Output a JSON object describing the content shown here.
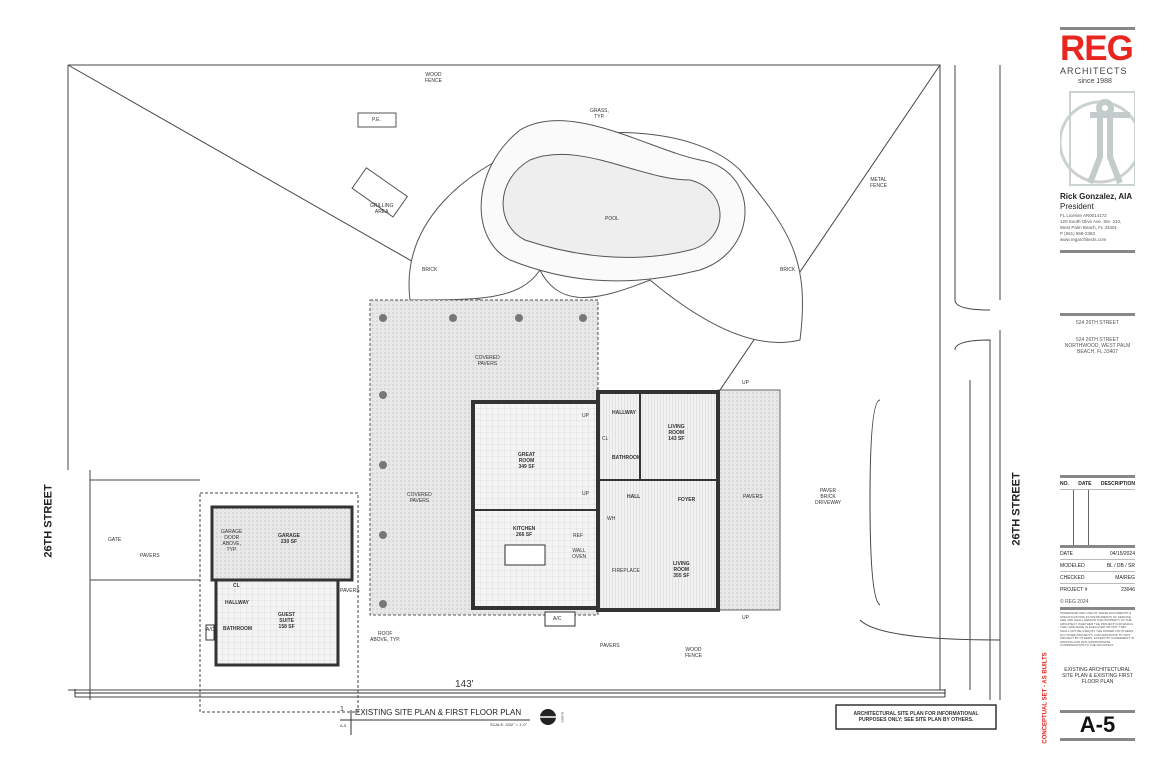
{
  "streets": {
    "left": "26TH STREET",
    "right": "26TH STREET"
  },
  "site_labels": {
    "wood_fence_top": "WOOD\nFENCE",
    "pe": "P.E.",
    "grass": "GRASS,\nTYP.",
    "grilling": "GRILLING\nAREA",
    "pool": "POOL",
    "metal_fence": "METAL\nFENCE",
    "brick_left": "BRICK",
    "brick_right": "BRICK",
    "covered_pavers_top": "COVERED\nPAVERS",
    "covered_pavers_left": "COVERED\nPAVERS",
    "gate": "GATE",
    "pavers_left": "PAVERS",
    "pavers_mid": "PAVERS",
    "pavers_right": "PAVERS",
    "paver_driveway": "PAVER\nBRICK\nDRIVEWAY",
    "pavers_bottom": "PAVERS",
    "wood_fence_bottom": "WOOD\nFENCE",
    "roof_above": "ROOF\nABOVE, TYP.",
    "ac_main": "A/C",
    "ac_guest": "A/C",
    "up1": "UP",
    "up2": "UP",
    "up3": "UP",
    "up4": "UP",
    "dimension": "143'"
  },
  "rooms": [
    {
      "name": "GREAT\nROOM",
      "area": "349 SF"
    },
    {
      "name": "KITCHEN",
      "area": "266 SF"
    },
    {
      "name": "LIVING\nROOM",
      "area": "143 SF"
    },
    {
      "name": "LIVING\nROOM",
      "area": "355 SF"
    },
    {
      "name": "HALLWAY",
      "area": ""
    },
    {
      "name": "BATHROOM",
      "area": ""
    },
    {
      "name": "HALL",
      "area": ""
    },
    {
      "name": "FOYER",
      "area": ""
    },
    {
      "name": "GARAGE",
      "area": "230 SF"
    },
    {
      "name": "GUEST\nSUITE",
      "area": "158 SF"
    },
    {
      "name": "HALLWAY",
      "area": ""
    },
    {
      "name": "BATHROOM",
      "area": ""
    },
    {
      "name": "CL",
      "area": ""
    }
  ],
  "misc": {
    "garage_door": "GARAGE\nDOOR\nABOVE,\nTYP.",
    "ref": "REF",
    "wall_oven": "WALL\nOVEN",
    "fireplace": "FIREPLACE",
    "wh": "WH",
    "cl": "CL"
  },
  "drawing_title": {
    "number": "1",
    "sheet": "A-5",
    "title": "EXISTING SITE PLAN & FIRST FLOOR PLAN",
    "scale": "SCALE: 3/32\" = 1'-0\"",
    "north": "NORTH"
  },
  "note": "ARCHITECTURAL SITE PLAN FOR INFORMATIONAL\nPURPOSES ONLY; SEE SITE PLAN BY OTHERS.",
  "title_block": {
    "logo": "REG",
    "logo_sub": "ARCHITECTS",
    "since": "since 1988",
    "name": "Rick Gonzalez, AIA",
    "role": "President",
    "contact": "FL License AR0014172\n120 South Olive Ave. Ste. 210,\nWest Palm Beach, FL 33401\nP (561) 659-2383\nwww.regarchitects.com",
    "project_name": "524 26TH STREET",
    "project_address": "524 26TH STREET\nNORTHWOOD, WEST PALM\nBEACH, FL 33407",
    "rev_headers": [
      "NO.",
      "DATE",
      "DESCRIPTION"
    ],
    "fields": [
      {
        "label": "DATE",
        "value": "04/15/2024"
      },
      {
        "label": "MODELED",
        "value": "BL / DB / SR"
      },
      {
        "label": "CHECKED",
        "value": "MA/REG"
      },
      {
        "label": "PROJECT #",
        "value": "23046"
      }
    ],
    "copyright": "© REG 2024",
    "disclaimer": "OWNERSHIP AND USE OF THESE DOCUMENTS & SPECIFICATIONS AS INSTRUMENTS OF SERVICE ARE AND SHALL REMAIN THE PROPERTY OF THE ARCHITECT WHETHER THE PROJECT FOR WHICH THEY ARE MADE IS EXECUTED OR NOT. THEY SHALL NOT BE USED BY THE OWNER OR OTHERS ON OTHER PROJECTS, FOR ADDITIONS TO THIS PROJECT BY OTHERS, EXCEPT BY AGREEMENT IN WRITING AND WITH APPROPRIATE COMPENSATION TO THE ARCHITECT.",
    "sheet_title": "EXISTING ARCHITECTURAL\nSITE PLAN & EXISTING FIRST\nFLOOR PLAN",
    "set_label": "CONCEPTUAL SET - AS BUILTS",
    "sheet_number": "A-5"
  },
  "colors": {
    "brand": "#e8251f",
    "bar": "#888888"
  }
}
